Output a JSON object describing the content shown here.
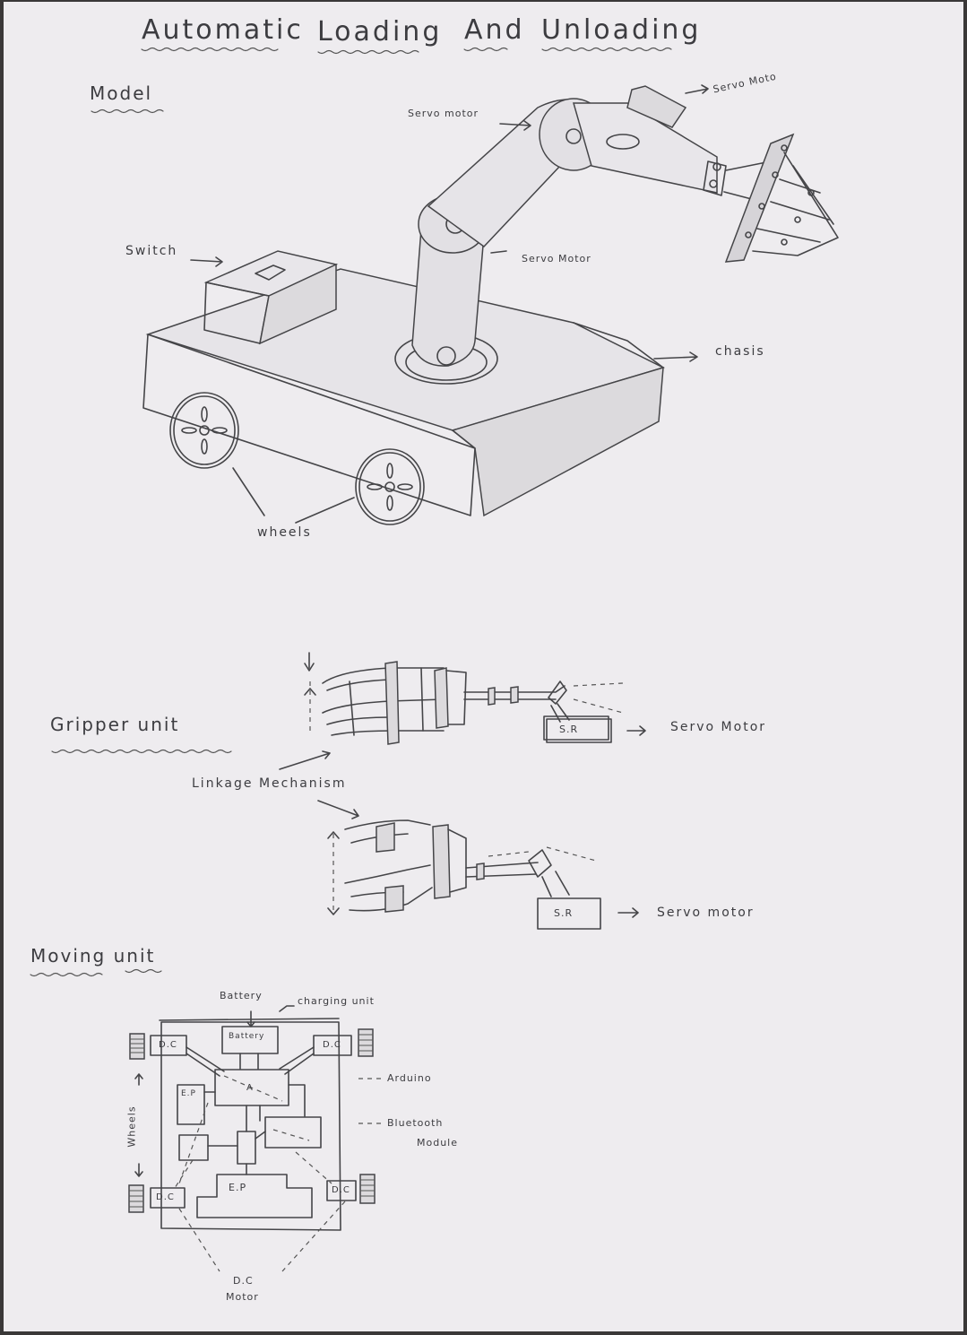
{
  "title": {
    "words": [
      "Automatic",
      "Loading",
      "And",
      "Unloading"
    ]
  },
  "sections": {
    "model": "Model",
    "gripper": "Gripper unit",
    "moving": "Moving unit"
  },
  "model_labels": {
    "servo_top_right": "Servo Moto",
    "servo_elbow": "Servo motor",
    "servo_base": "Servo Motor",
    "switch": "Switch",
    "chassis": "chasis",
    "wheels": "wheels"
  },
  "gripper_labels": {
    "sr_top": "S.R",
    "servo_top": "Servo Motor",
    "linkage": "Linkage Mechanism",
    "sr_bottom": "S.R",
    "servo_bottom": "Servo motor"
  },
  "moving_labels": {
    "battery_top": "Battery",
    "charging": "charging unit",
    "battery_box": "Battery",
    "dc_tl": "D.C",
    "dc_tr": "D.C",
    "dc_bl": "D.C",
    "dc_br": "D.C",
    "ep_left": "E.P",
    "arduino_box": "A",
    "ep_bottom": "E.P",
    "arduino": "Arduino",
    "bluetooth_l1": "Bluetooth",
    "bluetooth_l2": "Module",
    "wheels": "Wheels",
    "dc_motor_l1": "D.C",
    "dc_motor_l2": "Motor"
  }
}
